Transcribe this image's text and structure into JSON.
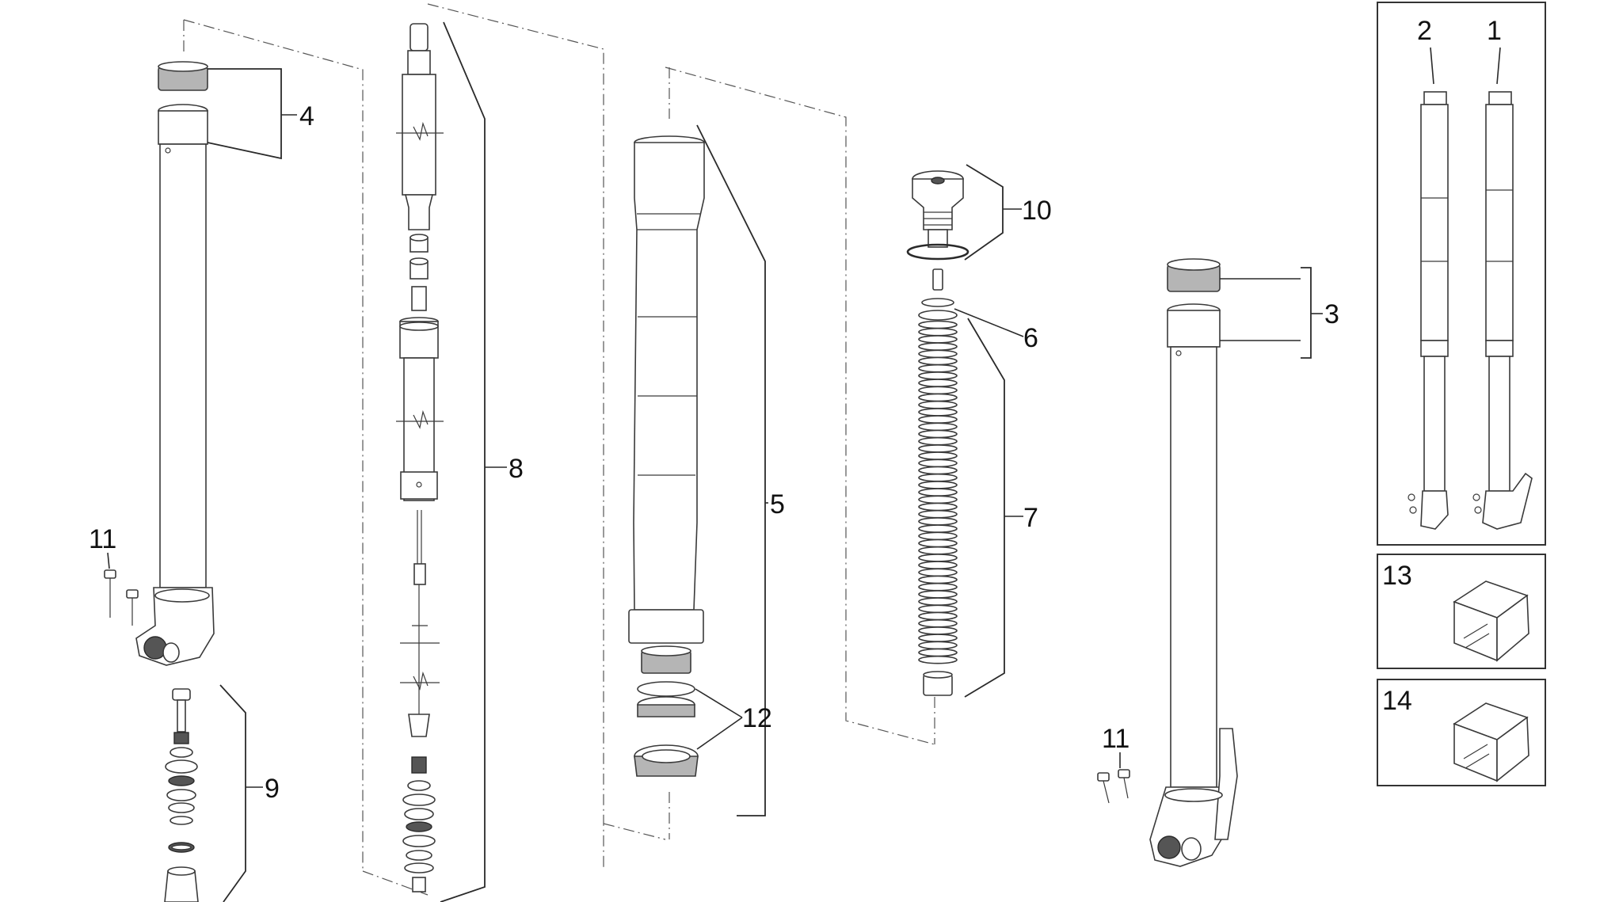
{
  "callouts": {
    "c1": "1",
    "c2": "2",
    "c3": "3",
    "c4": "4",
    "c5": "5",
    "c6": "6",
    "c7": "7",
    "c8": "8",
    "c9": "9",
    "c10": "10",
    "c11a": "11",
    "c11b": "11",
    "c12": "12",
    "c13": "13",
    "c14": "14"
  },
  "icons": {
    "kit_13": "manual-kit-icon",
    "kit_14": "manual-kit-icon"
  },
  "colors": {
    "line": "#3a3a3a",
    "shade": "#b5b5b5",
    "background": "#ffffff"
  }
}
